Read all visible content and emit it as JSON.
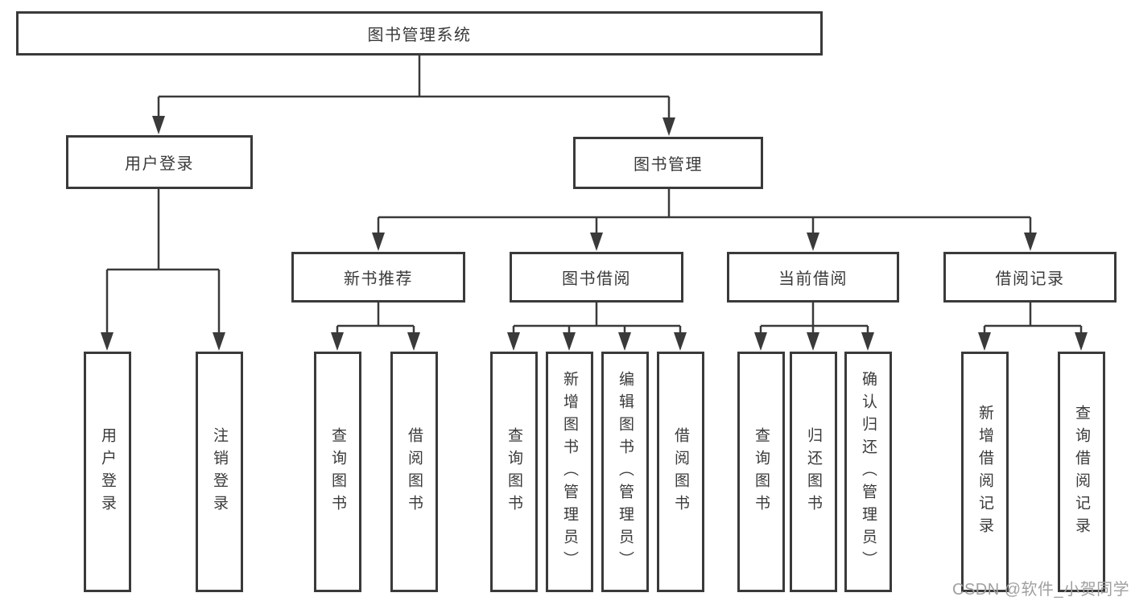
{
  "diagram": {
    "root": {
      "label": "图书管理系统"
    },
    "user_login_branch": {
      "label": "用户登录",
      "children": [
        {
          "label": "用户登录"
        },
        {
          "label": "注销登录"
        }
      ]
    },
    "book_mgmt_branch": {
      "label": "图书管理",
      "groups": [
        {
          "label": "新书推荐",
          "children": [
            {
              "label": "查询图书"
            },
            {
              "label": "借阅图书"
            }
          ]
        },
        {
          "label": "图书借阅",
          "children": [
            {
              "label": "查询图书"
            },
            {
              "label": "新增图书（管理员）"
            },
            {
              "label": "编辑图书（管理员）"
            },
            {
              "label": "借阅图书"
            }
          ]
        },
        {
          "label": "当前借阅",
          "children": [
            {
              "label": "查询图书"
            },
            {
              "label": "归还图书"
            },
            {
              "label": "确认归还（管理员）"
            }
          ]
        },
        {
          "label": "借阅记录",
          "children": [
            {
              "label": "新增借阅记录"
            },
            {
              "label": "查询借阅记录"
            }
          ]
        }
      ]
    }
  },
  "watermark": {
    "text": "CSDN @软件_小贺同学"
  },
  "colors": {
    "line": "#3a3a3a",
    "ink": "#3a3a3a",
    "background": "#ffffff",
    "watermark": "#a0a0a0"
  }
}
